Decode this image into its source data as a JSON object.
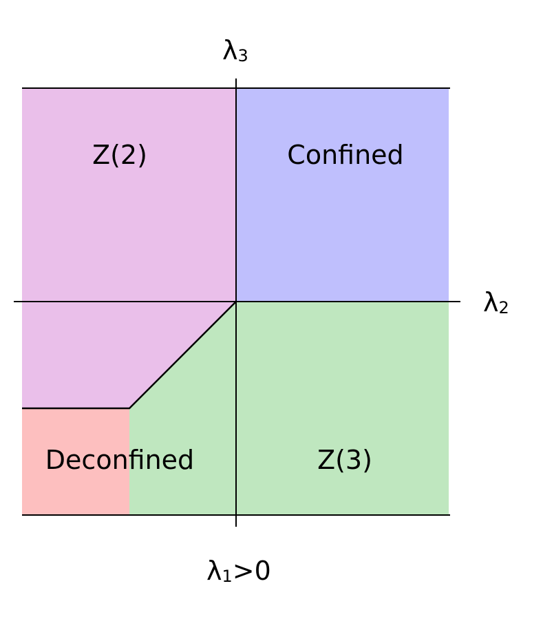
{
  "regions": {
    "z2": {
      "label": "Z(2)",
      "color": "#eabfea"
    },
    "confined": {
      "label": "Confined",
      "color": "#bfbffd"
    },
    "z3": {
      "label": "Z(3)",
      "color": "#bfe7bf"
    },
    "deconfined": {
      "label": "Deconfined",
      "color": "#fdbfbf"
    }
  },
  "axes": {
    "vertical": {
      "symbol": "λ",
      "subscript": "3"
    },
    "horizontal": {
      "symbol": "λ",
      "subscript": "2"
    },
    "caption": {
      "symbol": "λ",
      "subscript": "1",
      "suffix": ">0"
    }
  }
}
